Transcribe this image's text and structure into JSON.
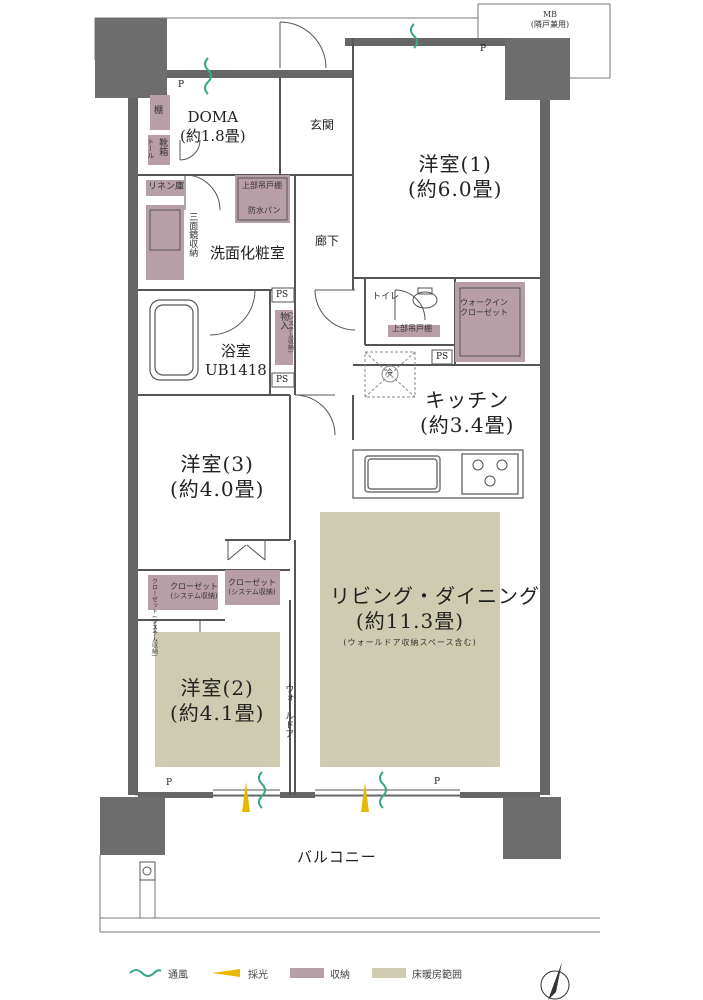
{
  "rooms": {
    "doma": {
      "name": "DOMA",
      "size": "(約1.8畳)"
    },
    "genkan": "玄関",
    "western1": {
      "name": "洋室(1)",
      "size": "(約6.0畳)"
    },
    "senmen": "洗面化粧室",
    "roka": "廊下",
    "bath": {
      "name": "浴室",
      "model": "UB1418"
    },
    "toilet": "トイレ",
    "kitchen": {
      "name": "キッチン",
      "size": "(約3.4畳)"
    },
    "western3": {
      "name": "洋室(3)",
      "size": "(約4.0畳)"
    },
    "living": {
      "name": "リビング・ダイニング",
      "size": "(約11.3畳)",
      "note": "(ウォールドア収納スペース含む)"
    },
    "western2": {
      "name": "洋室(2)",
      "size": "(約4.1畳)"
    },
    "balcony": "バルコニー"
  },
  "storage": {
    "tana": "棚",
    "kutsubako": "靴箱",
    "toru": "トール",
    "linen": "リネン庫",
    "sanmenkyo": "三面鏡収納",
    "joubu_senmen": "上部吊戸棚",
    "bousui": "防水パン",
    "walkin": "ウォークイン",
    "walkin2": "クローゼット",
    "joubu_toilet": "上部吊戸棚",
    "monoire": "物入",
    "monoire_sys": "(システム収納)",
    "closet3": "クローゼット",
    "closet3_sys": "(システム収納)",
    "closet2": "クローゼット",
    "closet2_sys": "(システム収納)",
    "closet2_side": "クローゼット",
    "closet2_side_sys": "(システム収納)"
  },
  "marks": {
    "ps": "PS",
    "p": "P",
    "mb": "MB",
    "mb_note": "(隣戸兼用)",
    "walldoor": "ウォールドア",
    "reizou": "冷"
  },
  "legend": {
    "ventilation": "通風",
    "daylight": "採光",
    "storage": "収納",
    "floor_heating": "床暖房範囲"
  },
  "colors": {
    "storage": "#b79ea7",
    "floor_heating": "#cfcbb0",
    "ventilation": "#39a68a",
    "daylight": "#e6b800",
    "wall": "#555555",
    "column": "#666666"
  }
}
